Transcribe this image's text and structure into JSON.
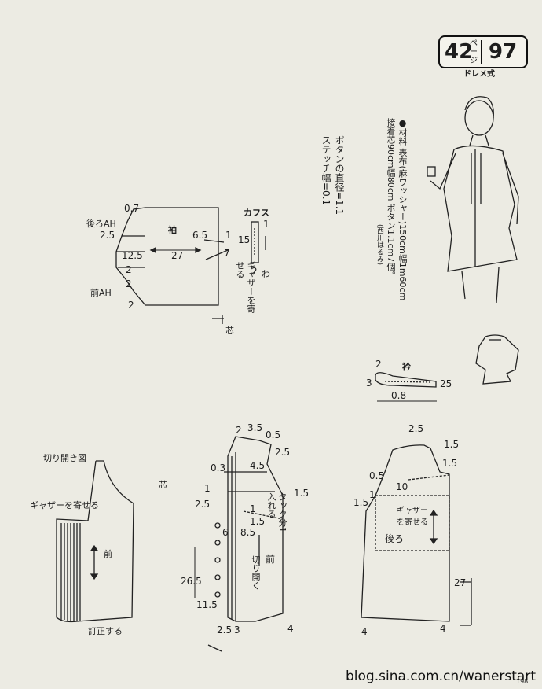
{
  "header": {
    "badge_left": "42",
    "badge_unit": "ペ\nー\nジ",
    "badge_right": "97",
    "badge_sub": "ドレメ式"
  },
  "materials": {
    "line1": "●材料 表布(麻ワッシャー)150cm幅1m60cm",
    "line2": "接着芯90cm幅80cm ボタン1.1cm7個。",
    "credit": "(西川はるみ)"
  },
  "notes": {
    "button": "ボタンの直径=1.1",
    "stitch": "ステッチ幅=0.1"
  },
  "sleeve": {
    "title": "袖",
    "back_ah": "後ろAH",
    "front_ah": "前AH",
    "gather": "ギャザーを寄せる",
    "fold": "芯",
    "m_07": "0.7",
    "m_25": "2.5",
    "m_125": "12.5",
    "m_2a": "2",
    "m_2b": "2",
    "m_2c": "2",
    "m_27": "27",
    "m_65": "6.5",
    "m_1": "1",
    "m_7": "7"
  },
  "cuff": {
    "title": "カフス",
    "m_1": "1",
    "m_15": "15",
    "m_2": "2",
    "wa": "わ"
  },
  "collar": {
    "title": "衿",
    "m_2": "2",
    "m_3": "3",
    "m_25": "25",
    "m_08": "0.8"
  },
  "slash": {
    "title": "切り開き図",
    "gather": "ギャザーを寄せる",
    "front": "前",
    "correct": "訂正する"
  },
  "front": {
    "label": "前",
    "tuck": "タック分1入れる",
    "slash": "切り開く",
    "fold": "芯",
    "m_2a": "2",
    "m_35": "3.5",
    "m_05": "0.5",
    "m_25": "2.5",
    "m_03": "0.3",
    "m_45": "4.5",
    "m_1a": "1",
    "m_25b": "2.5",
    "m_15a": "1.5",
    "m_1b": "1",
    "m_15b": "1.5",
    "m_6": "6",
    "m_85": "8.5",
    "m_265": "26.5",
    "m_115": "11.5",
    "m_25c": "2.5",
    "m_3": "3",
    "m_4": "4"
  },
  "back": {
    "label": "後ろ",
    "gather": "ギャザーを寄せる",
    "m_25": "2.5",
    "m_15a": "1.5",
    "m_15b": "1.5",
    "m_05": "0.5",
    "m_10": "10",
    "m_15c": "1.5",
    "m_1": "1",
    "m_27": "27",
    "m_4a": "4",
    "m_4b": "4"
  },
  "footer": {
    "watermark": "blog.sina.com.cn/wanerstart",
    "page": "198"
  }
}
